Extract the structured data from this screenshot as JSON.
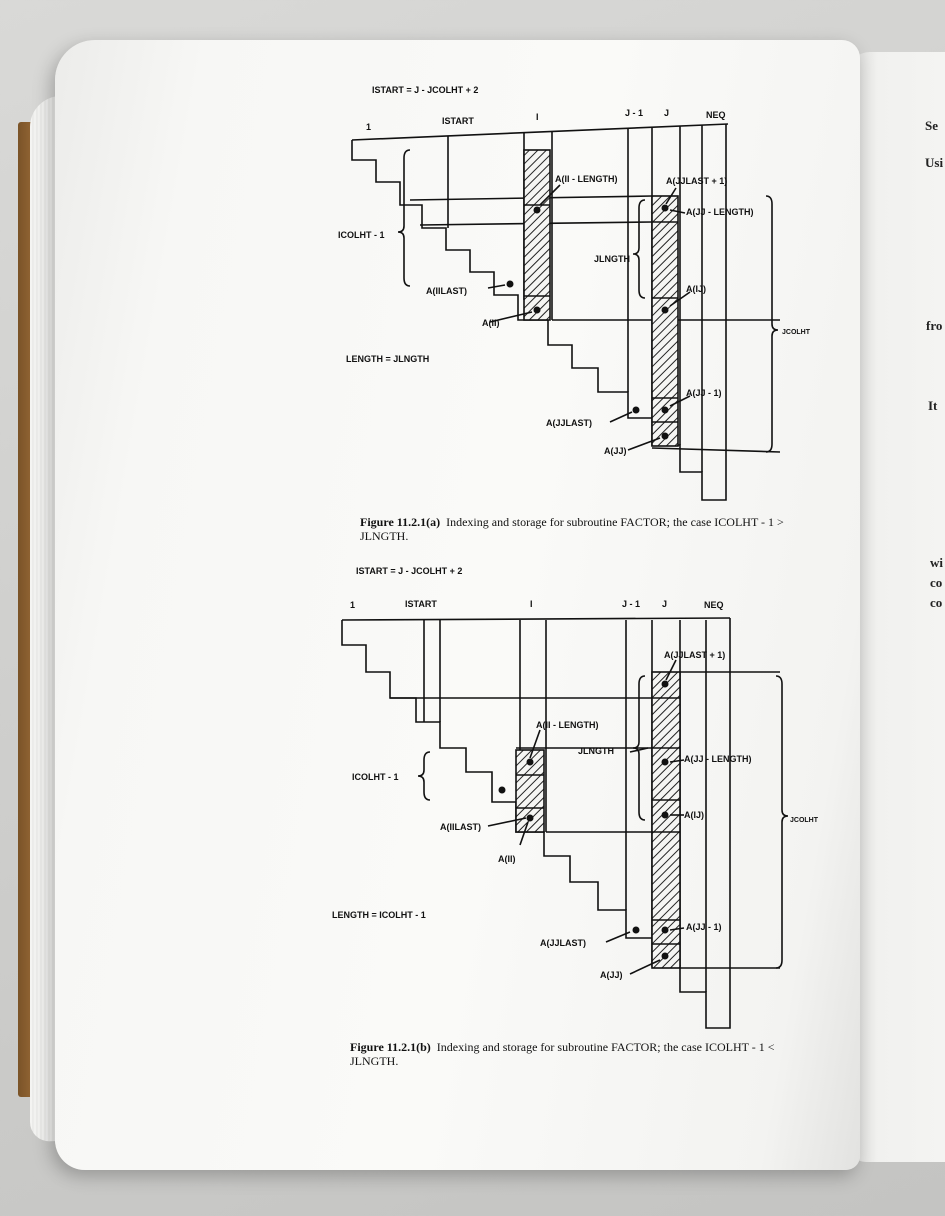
{
  "figure_a": {
    "title_formula": "ISTART = J - JCOLHT + 2",
    "top_labels": [
      "1",
      "ISTART",
      "I",
      "J - 1",
      "J",
      "NEQ"
    ],
    "labels": {
      "a_ii_length": "A(II - LENGTH)",
      "a_jjlast_1": "A(JJLAST + 1)",
      "a_jj_length": "A(JJ - LENGTH)",
      "jlngth": "JLNGTH",
      "icolht_1": "ICOLHT - 1",
      "a_iilast": "A(IILAST)",
      "a_ii": "A(II)",
      "a_ij": "A(IJ)",
      "jcolht": "JCOLHT",
      "length_eq": "LENGTH = JLNGTH",
      "a_jj_1": "A(JJ - 1)",
      "a_jjlast": "A(JJLAST)",
      "a_jj": "A(JJ)"
    },
    "caption_label": "Figure 11.2.1(a)",
    "caption_text": "Indexing and storage for subroutine FACTOR; the case ICOLHT - 1 > JLNGTH."
  },
  "figure_b": {
    "title_formula": "ISTART = J - JCOLHT + 2",
    "top_labels": [
      "1",
      "ISTART",
      "I",
      "J - 1",
      "J",
      "NEQ"
    ],
    "labels": {
      "a_jjlast_1": "A(JJLAST + 1)",
      "a_ii_length": "A(II - LENGTH)",
      "jlngth": "JLNGTH",
      "a_jj_length": "A(JJ - LENGTH)",
      "icolht_1": "ICOLHT - 1",
      "a_ij": "A(IJ)",
      "jcolht": "JCOLHT",
      "a_iilast": "A(IILAST)",
      "a_ii": "A(II)",
      "length_eq": "LENGTH = ICOLHT - 1",
      "a_jj_1": "A(JJ - 1)",
      "a_jjlast": "A(JJLAST)",
      "a_jj": "A(JJ)"
    },
    "caption_label": "Figure 11.2.1(b)",
    "caption_text": "Indexing and storage for subroutine FACTOR; the case ICOLHT - 1 < JLNGTH."
  },
  "right_page_fragments": [
    "Se",
    "Usi",
    "fro",
    "It",
    "wi",
    "co",
    "co"
  ]
}
